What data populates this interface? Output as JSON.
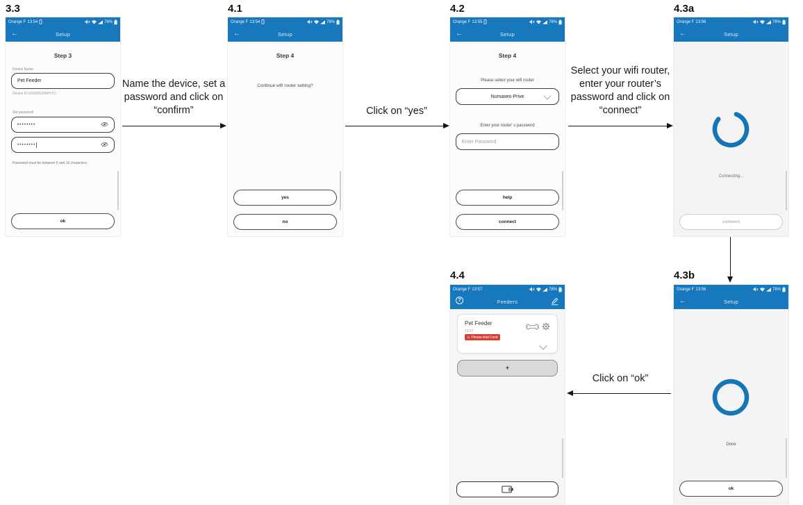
{
  "colors": {
    "header_blue": "#1878be",
    "spinner_blue": "#1576b5",
    "badge_red": "#d43f33"
  },
  "icons": {
    "back_arrow": "←",
    "warning": "⚠",
    "help": "?"
  },
  "statusbar": {
    "carrier": "Orange F",
    "battery_pct": "78%"
  },
  "labels": {
    "s33": "3.3",
    "s41": "4.1",
    "s42": "4.2",
    "s43a": "4.3a",
    "s43b": "4.3b",
    "s44": "4.4"
  },
  "annotations": {
    "arrow1": "Name the device, set a password and click on “confirm”",
    "arrow2": "Click on “yes”",
    "arrow3": "Select your wifi router, enter your router’s password and click on “connect”",
    "arrow4": "Click on “ok”"
  },
  "screens": {
    "s33": {
      "time": "13:54",
      "title": "Setup",
      "step": "Step 3",
      "device_name_label": "Device Name",
      "device_name_value": "Pet Feeder",
      "device_id": "Device ID:VD0005296PVTC",
      "set_password_label": "Set password",
      "password1": "••••••••",
      "password2": "••••••••",
      "password_hint": "Password must be between 6 and 16 characters",
      "ok": "ok"
    },
    "s41": {
      "time": "13:54",
      "title": "Setup",
      "step": "Step 4",
      "question": "Continue wifi router setting?",
      "yes": "yes",
      "no": "no"
    },
    "s42": {
      "time": "13:55",
      "title": "Setup",
      "step": "Step 4",
      "select_label": "Please select your wifi router",
      "router": "Numaxes-Prive",
      "password_label": "Enter your router' s password",
      "password_placeholder": "Enter Password",
      "help": "help",
      "connect": "connect"
    },
    "s43a": {
      "time": "13:56",
      "title": "Setup",
      "status": "Connecting...",
      "connect": "connect"
    },
    "s43b": {
      "time": "13:56",
      "title": "Setup",
      "status": "Done",
      "ok": "ok"
    },
    "s44": {
      "time": "13:57",
      "title": "Feeders",
      "card": {
        "name": "Pet Feeder",
        "time": "13:57",
        "alert": "Please Add Food"
      },
      "add": "+"
    }
  }
}
